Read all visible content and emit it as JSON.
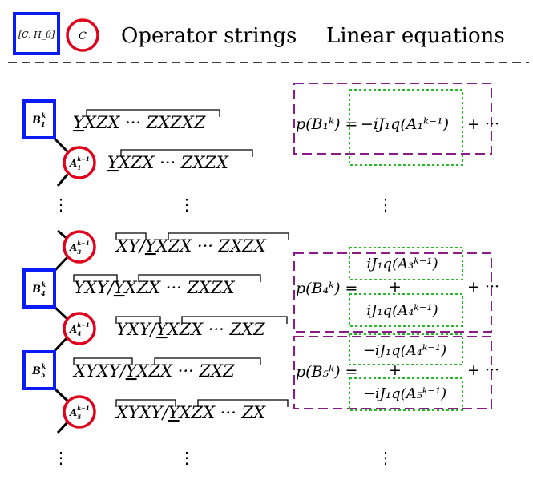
{
  "header": {
    "legend_square_label": "[C, H_θ]",
    "legend_circle_label": "C",
    "col_operator_strings": "Operator strings",
    "col_linear_equations": "Linear equations"
  },
  "colors": {
    "square": "#0b1bf5",
    "circle": "#e1001b",
    "dashed_box": "#8b1a8b",
    "dotted_box": "#22bb22"
  },
  "nodes": [
    {
      "id": "B1",
      "shape": "square",
      "base": "B",
      "sub": "1",
      "sup": "k"
    },
    {
      "id": "A1",
      "shape": "circle",
      "base": "A",
      "sub": "1",
      "sup": "k−1"
    },
    {
      "id": "A3",
      "shape": "circle",
      "base": "A",
      "sub": "3",
      "sup": "k−1"
    },
    {
      "id": "B4",
      "shape": "square",
      "base": "B",
      "sub": "4",
      "sup": "k"
    },
    {
      "id": "A4",
      "shape": "circle",
      "base": "A",
      "sub": "4",
      "sup": "k−1"
    },
    {
      "id": "B5",
      "shape": "square",
      "base": "B",
      "sub": "5",
      "sup": "k"
    },
    {
      "id": "A5",
      "shape": "circle",
      "base": "A",
      "sub": "5",
      "sup": "k−1"
    }
  ],
  "strings": [
    {
      "prefix": "",
      "underlined": "Y",
      "rest": "XZX ··· ZXZXZ"
    },
    {
      "prefix": "",
      "underlined": "Y",
      "rest": "XZX ··· ZXZX"
    },
    {
      "prefix": "XY/",
      "underlined": "Y",
      "rest": "XZX ··· ZXZX"
    },
    {
      "prefix": "YXY/",
      "underlined": "Y",
      "rest": "XZX ··· ZXZX"
    },
    {
      "prefix": "YXY/",
      "underlined": "Y",
      "rest": "XZX ··· ZXZ"
    },
    {
      "prefix": "XYXY/",
      "underlined": "Y",
      "rest": "XZX ··· ZXZ"
    },
    {
      "prefix": "XYXY/",
      "underlined": "Y",
      "rest": "XZX ··· ZX"
    }
  ],
  "equations": [
    {
      "lhs": "p(B₁ᵏ) =",
      "term": "−iJ₁q(A₁ᵏ⁻¹)",
      "tail": "+ ···"
    },
    {
      "lhs": "p(B₄ᵏ) =",
      "top": "iJ₁q(A₃ᵏ⁻¹)",
      "plus": "+",
      "bottom": "iJ₁q(A₄ᵏ⁻¹)",
      "tail": "+ ···"
    },
    {
      "lhs": "p(B₅ᵏ) =",
      "top": "−iJ₁q(A₄ᵏ⁻¹)",
      "plus": "+",
      "bottom": "−iJ₁q(A₅ᵏ⁻¹)",
      "tail": "+ ···"
    }
  ],
  "ellipsis": "⋮"
}
